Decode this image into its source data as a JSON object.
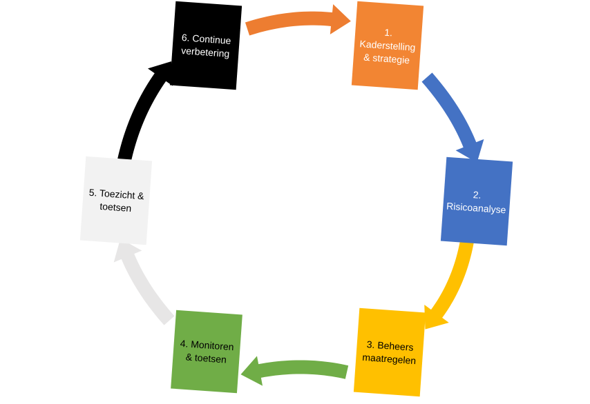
{
  "diagram": {
    "type": "cycle",
    "steps": [
      {
        "id": "1",
        "lines": [
          "1.",
          "Kaderstelling",
          "& strategie"
        ],
        "color": "#F28533",
        "text_color": "#ffffff"
      },
      {
        "id": "2",
        "lines": [
          "2.",
          "Risicoanalyse"
        ],
        "color": "#4472C4",
        "text_color": "#ffffff"
      },
      {
        "id": "3",
        "lines": [
          "3. Beheers",
          "maatregelen"
        ],
        "color": "#FFC000",
        "text_color": "#000000"
      },
      {
        "id": "4",
        "lines": [
          "4. Monitoren",
          "& toetsen"
        ],
        "color": "#70AD47",
        "text_color": "#000000"
      },
      {
        "id": "5",
        "lines": [
          "5. Toezicht &",
          "toetsen"
        ],
        "color": "#F2F2F2",
        "text_color": "#000000"
      },
      {
        "id": "6",
        "lines": [
          "6. Continue",
          "verbetering"
        ],
        "color": "#000000",
        "text_color": "#ffffff"
      }
    ],
    "arrows": [
      {
        "from": "6",
        "to": "1",
        "color": "#ED7D31"
      },
      {
        "from": "1",
        "to": "2",
        "color": "#4472C4"
      },
      {
        "from": "2",
        "to": "3",
        "color": "#FFC000"
      },
      {
        "from": "3",
        "to": "4",
        "color": "#70AD47"
      },
      {
        "from": "4",
        "to": "5",
        "color": "#E7E6E6"
      },
      {
        "from": "5",
        "to": "6",
        "color": "#000000"
      }
    ]
  }
}
